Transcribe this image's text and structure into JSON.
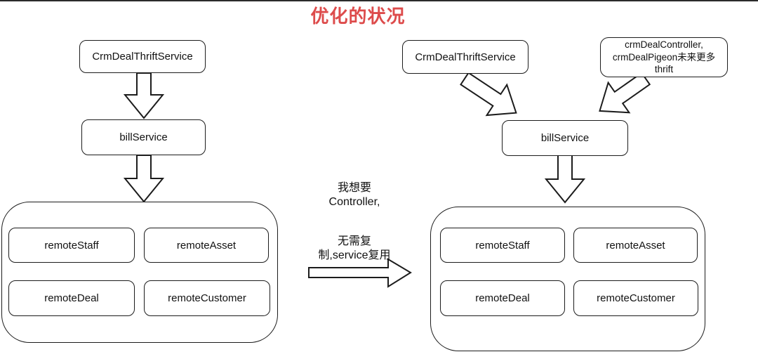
{
  "title": {
    "text": "优化的状况",
    "color": "#dd4b4b"
  },
  "left_diagram": {
    "top_node": "CrmDealThriftService",
    "mid_node": "billService",
    "children": [
      "remoteStaff",
      "remoteAsset",
      "remoteDeal",
      "remoteCustomer"
    ]
  },
  "middle_notes": {
    "note1_line1": "我想要",
    "note1_line2": "Controller,",
    "note2_line1": "无需复",
    "note2_line2": "制,service复用"
  },
  "right_diagram": {
    "top_node": "CrmDealThriftService",
    "top_node2_line1": "crmDealController,",
    "top_node2_line2": "crmDealPigeon未来更多",
    "top_node2_line3": "thrift",
    "mid_node": "billService",
    "children": [
      "remoteStaff",
      "remoteAsset",
      "remoteDeal",
      "remoteCustomer"
    ]
  },
  "edges": [
    {
      "side": "left",
      "from": "CrmDealThriftService",
      "to": "billService",
      "type": "block-arrow-down"
    },
    {
      "side": "left",
      "from": "billService",
      "to": "remote-services-group",
      "type": "block-arrow-down"
    },
    {
      "side": "right",
      "from": "CrmDealThriftService",
      "to": "billService",
      "type": "block-arrow-diagonal-down-right"
    },
    {
      "side": "right",
      "from": "crmDealController/crmDealPigeon",
      "to": "billService",
      "type": "block-arrow-diagonal-down-left"
    },
    {
      "side": "right",
      "from": "billService",
      "to": "remote-services-group",
      "type": "block-arrow-down"
    },
    {
      "side": "middle",
      "from": "left-diagram",
      "to": "right-diagram",
      "type": "block-arrow-right"
    }
  ],
  "colors": {
    "line": "#1c1c1c",
    "title_red": "#dd4b4b",
    "background": "#ffffff"
  }
}
